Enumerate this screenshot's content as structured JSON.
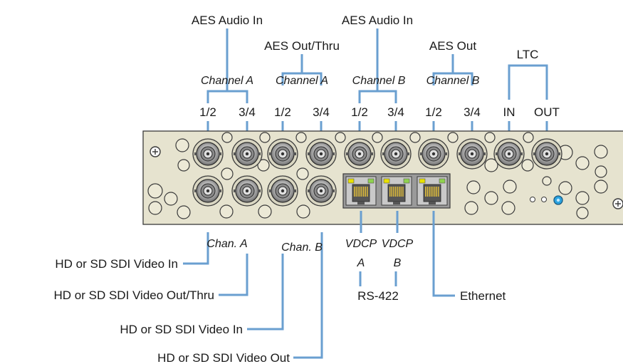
{
  "top_groups": {
    "aes_audio_in_1": "AES Audio In",
    "aes_out_thru": "AES Out/Thru",
    "aes_audio_in_2": "AES Audio In",
    "aes_out": "AES Out",
    "ltc": "LTC"
  },
  "channels": {
    "ch1": "Channel A",
    "ch2": "Channel A",
    "ch3": "Channel B",
    "ch4": "Channel B"
  },
  "ports": {
    "p1": "1/2",
    "p2": "3/4",
    "p3": "1/2",
    "p4": "3/4",
    "p5": "1/2",
    "p6": "3/4",
    "p7": "1/2",
    "p8": "3/4",
    "p9": "IN",
    "p10": "OUT"
  },
  "bottom": {
    "chan_a": "Chan. A",
    "chan_b": "Chan. B",
    "vdcp": "VDCP",
    "vdcp_a": "A",
    "vdcp_b": "B",
    "rs422": "RS-422",
    "ethernet": "Ethernet",
    "sdi_in_1": "HD or SD SDI Video In",
    "sdi_out_thru": "HD or SD SDI Video Out/Thru",
    "sdi_in_2": "HD or SD SDI Video In",
    "sdi_out": "HD or SD SDI Video Out"
  },
  "colors": {
    "callout_line": "#6a9fd0",
    "panel": "#e6e3cf",
    "status_led": "#2ba3e0",
    "rj45_led_yellow": "#e8e000",
    "rj45_led_green": "#8fd14f"
  }
}
